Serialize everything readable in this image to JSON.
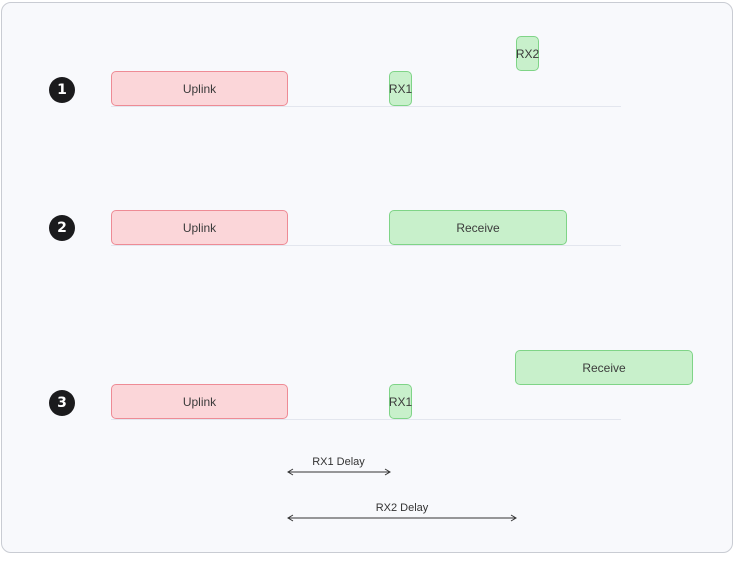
{
  "rows": [
    {
      "number": "1",
      "uplink": "Uplink",
      "rx1": "RX1",
      "rx2": "RX2"
    },
    {
      "number": "2",
      "uplink": "Uplink",
      "receive": "Receive"
    },
    {
      "number": "3",
      "uplink": "Uplink",
      "rx1": "RX1",
      "receive": "Receive"
    }
  ],
  "delays": {
    "rx1": "RX1 Delay",
    "rx2": "RX2 Delay"
  },
  "colors": {
    "uplink_fill": "#fbd6d9",
    "uplink_border": "#ee8b95",
    "receive_fill": "#c8f0cb",
    "receive_border": "#7fd487",
    "badge": "#1b1b1d"
  }
}
